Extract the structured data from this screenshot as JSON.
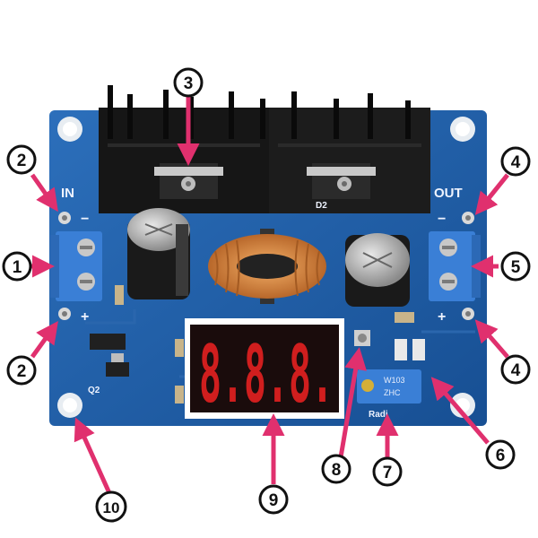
{
  "board": {
    "label_in": "IN",
    "label_out": "OUT",
    "minus": "−",
    "plus": "+",
    "diode_ref": "D2",
    "transistor_ref": "Q2",
    "pot_text_line1": "W103",
    "pot_text_line2": "ZHC",
    "radj_label": "Radj",
    "display_text": "8.8.8."
  },
  "callouts": [
    {
      "id": "1",
      "label": "1"
    },
    {
      "id": "2a",
      "label": "2"
    },
    {
      "id": "2b",
      "label": "2"
    },
    {
      "id": "3",
      "label": "3"
    },
    {
      "id": "4a",
      "label": "4"
    },
    {
      "id": "4b",
      "label": "4"
    },
    {
      "id": "5",
      "label": "5"
    },
    {
      "id": "6",
      "label": "6"
    },
    {
      "id": "7",
      "label": "7"
    },
    {
      "id": "8",
      "label": "8"
    },
    {
      "id": "9",
      "label": "9"
    },
    {
      "id": "10",
      "label": "10"
    }
  ],
  "colors": {
    "pcb": "#1f5fa8",
    "arrow": "#e0306e",
    "terminal": "#3a7fd6",
    "heatsink": "#161616",
    "display": "#1a0c0c",
    "segment": "#e02020"
  }
}
